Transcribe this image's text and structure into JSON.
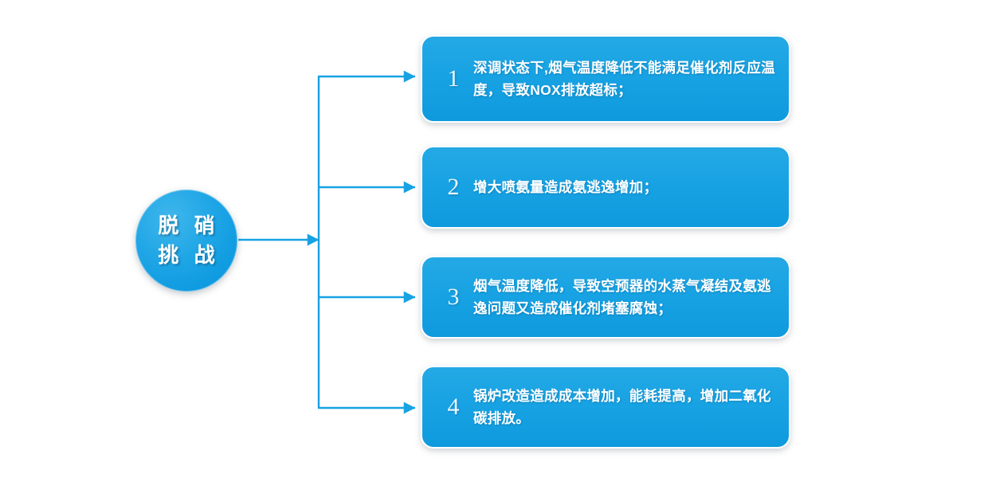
{
  "diagram": {
    "hub": {
      "line1": "脱 硝",
      "line2": "挑 战"
    },
    "colors": {
      "box_fill": "#17a2e3",
      "circle_fill": "#20a6e6",
      "connector": "#17a2e3",
      "text": "#ffffff",
      "background": "#ffffff"
    },
    "items": [
      {
        "number": "1",
        "text": "深调状态下,烟气温度降低不能满足催化剂反应温度，导致NOX排放超标；"
      },
      {
        "number": "2",
        "text": "增大喷氨量造成氨逃逸增加；"
      },
      {
        "number": "3",
        "text": "烟气温度降低，导致空预器的水蒸气凝结及氨逃逸问题又造成催化剂堵塞腐蚀；"
      },
      {
        "number": "4",
        "text": "锅炉改造造成成本增加，能耗提高，增加二氧化碳排放。"
      }
    ]
  }
}
